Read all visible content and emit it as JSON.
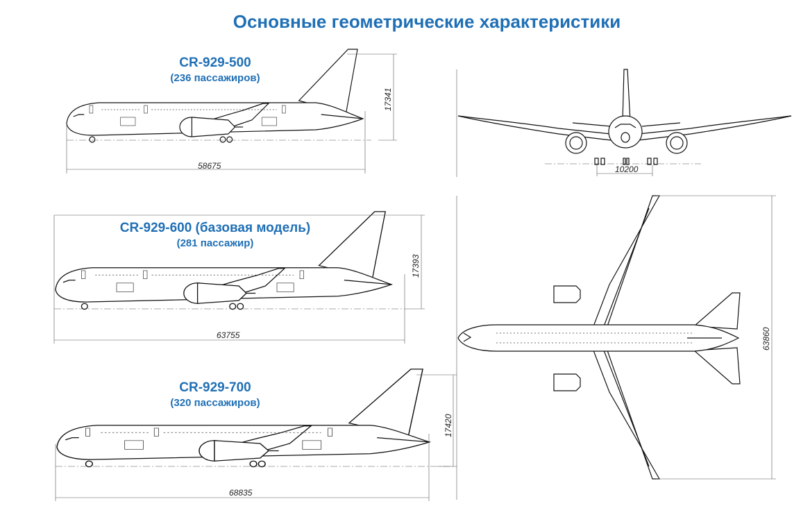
{
  "title": "Основные геометрические характеристики",
  "variants": [
    {
      "model": "CR-929-500",
      "passengers": "(236 пассажиров)",
      "length": "58675",
      "height": "17341"
    },
    {
      "model": "CR-929-600 (базовая модель)",
      "passengers": "(281 пассажир)",
      "length": "63755",
      "height": "17393"
    },
    {
      "model": "CR-929-700",
      "passengers": "(320 пассажиров)",
      "length": "68835",
      "height": "17420"
    }
  ],
  "front_view": {
    "track": "10200"
  },
  "top_view": {
    "wingspan": "63860"
  }
}
